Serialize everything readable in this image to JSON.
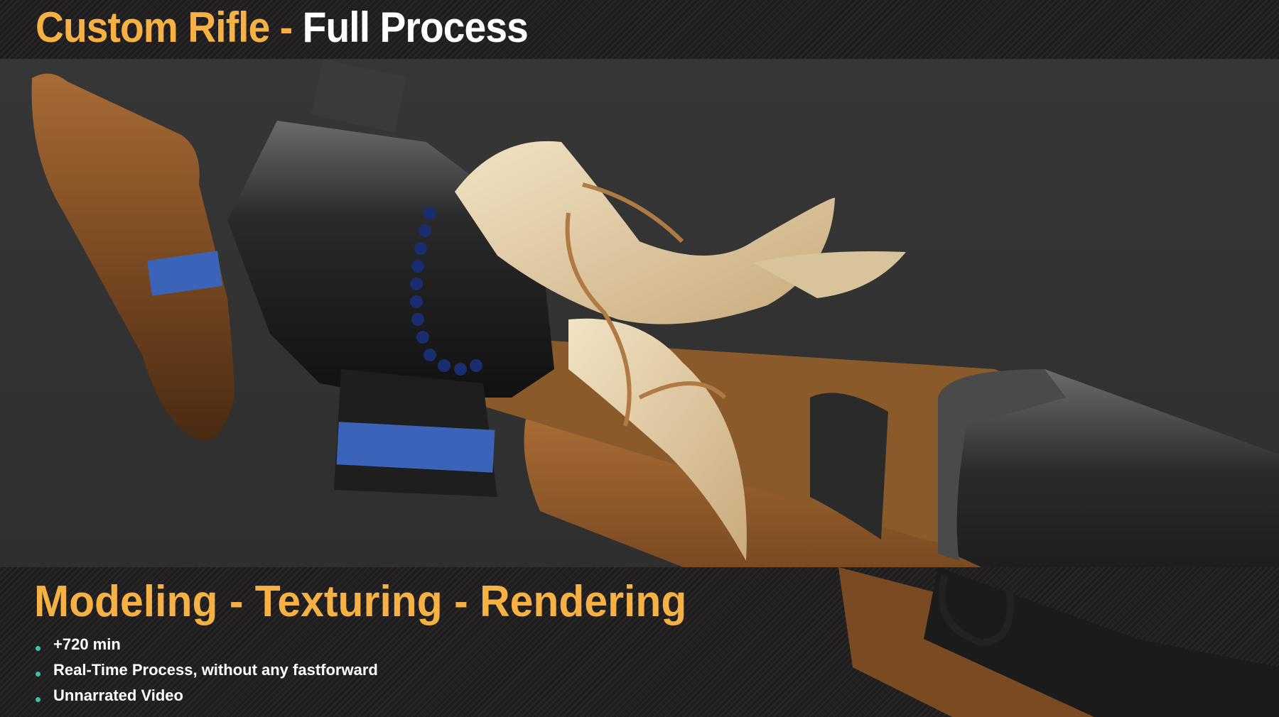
{
  "header": {
    "title_accent": "Custom Rifle -",
    "title_white": "Full Process"
  },
  "footer": {
    "subtitle": "Modeling - Texturing - Rendering",
    "bullets": [
      {
        "text": "+720 min"
      },
      {
        "text": "Real-Time Process, without any fastforward"
      },
      {
        "text": "Unnarrated Video"
      }
    ]
  },
  "image": {
    "subject": "3D rendered custom rifle with wooden stock, metal receiver, bone horns, rope wrap and blue bead bracelet"
  },
  "colors": {
    "accent": "#f6b145",
    "bullet_dot": "#3fbfae",
    "background": "#333333",
    "bar": "#1f1d1d"
  }
}
